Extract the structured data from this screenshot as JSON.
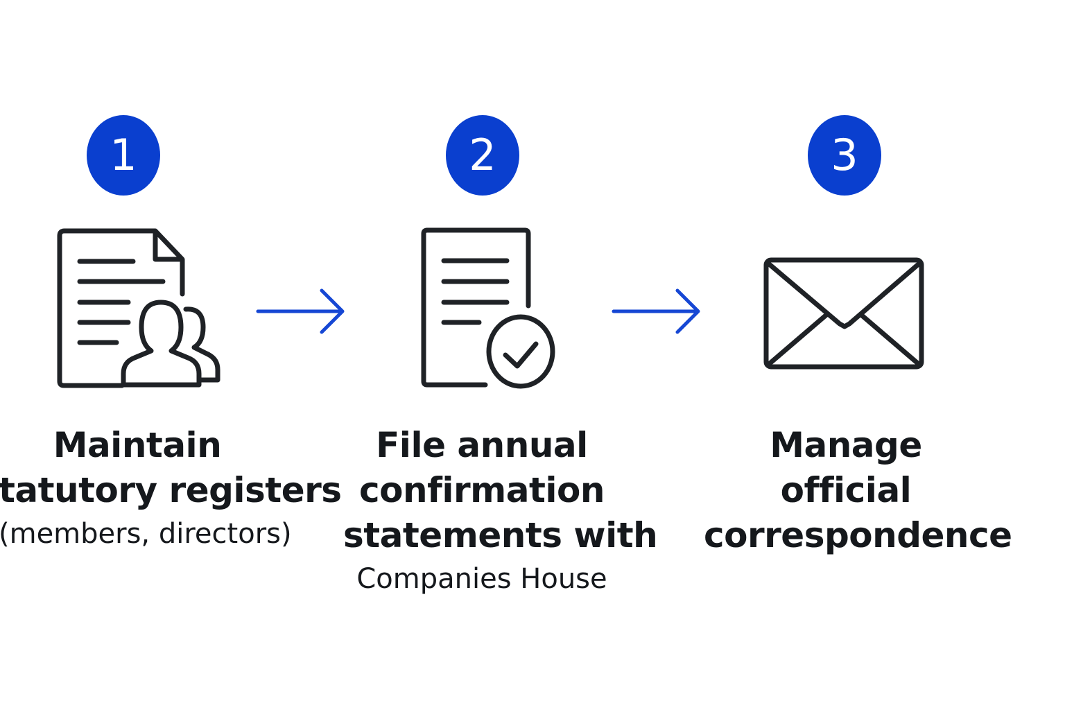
{
  "steps": [
    {
      "number": "1",
      "icon": "document-users-icon",
      "lines": [
        "Maintain",
        "tatutory registers"
      ],
      "subline": "(members, directors)"
    },
    {
      "number": "2",
      "icon": "document-check-icon",
      "lines": [
        "File annual",
        "confirmation",
        "statements with"
      ],
      "subline": "Companies House"
    },
    {
      "number": "3",
      "icon": "envelope-icon",
      "lines": [
        "Manage",
        "official",
        "correspondence"
      ],
      "subline": ""
    }
  ],
  "colors": {
    "accent": "#0a3fcf",
    "icon_stroke": "#1f2226",
    "arrow": "#1647d4",
    "text": "#15181c"
  }
}
